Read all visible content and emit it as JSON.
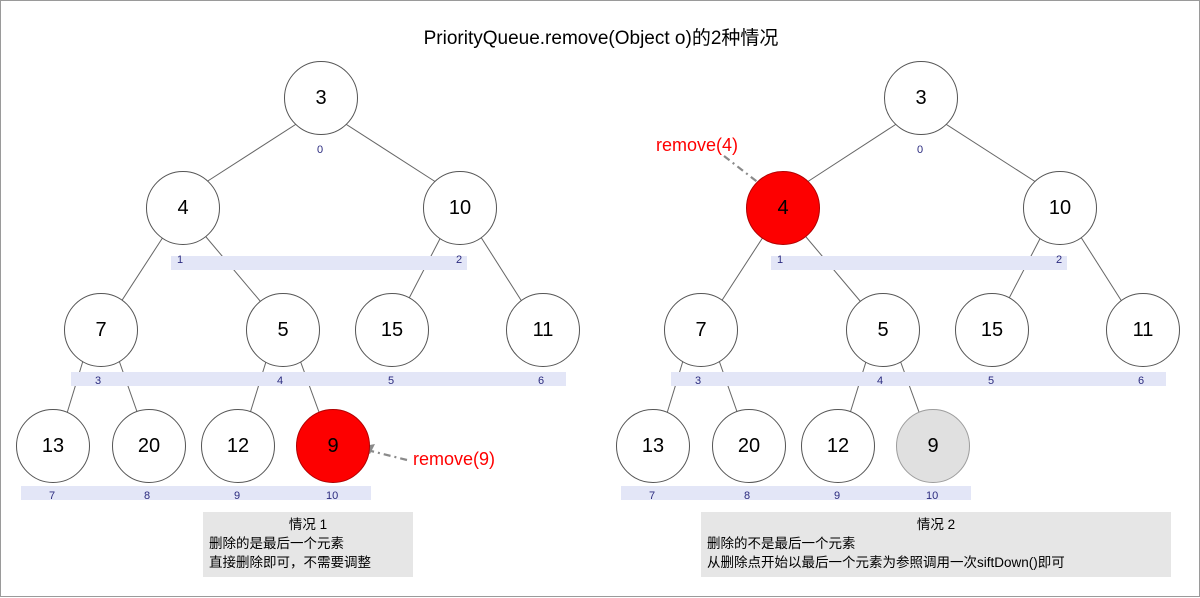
{
  "title": "PriorityQueue.remove(Object o)的2种情况",
  "left_tree": {
    "nodes": [
      {
        "label": "3",
        "index": "0",
        "style": "white"
      },
      {
        "label": "4",
        "index": "1",
        "style": "white"
      },
      {
        "label": "10",
        "index": "2",
        "style": "white"
      },
      {
        "label": "7",
        "index": "3",
        "style": "white"
      },
      {
        "label": "5",
        "index": "4",
        "style": "white"
      },
      {
        "label": "15",
        "index": "5",
        "style": "white"
      },
      {
        "label": "11",
        "index": "6",
        "style": "white"
      },
      {
        "label": "13",
        "index": "7",
        "style": "white"
      },
      {
        "label": "20",
        "index": "8",
        "style": "white"
      },
      {
        "label": "12",
        "index": "9",
        "style": "white"
      },
      {
        "label": "9",
        "index": "10",
        "style": "red"
      }
    ],
    "annotation": "remove(9)",
    "caption_head": "情况 1",
    "caption_line1": "删除的是最后一个元素",
    "caption_line2": "直接删除即可，不需要调整"
  },
  "right_tree": {
    "nodes": [
      {
        "label": "3",
        "index": "0",
        "style": "white"
      },
      {
        "label": "4",
        "index": "1",
        "style": "red"
      },
      {
        "label": "10",
        "index": "2",
        "style": "white"
      },
      {
        "label": "7",
        "index": "3",
        "style": "white"
      },
      {
        "label": "5",
        "index": "4",
        "style": "white"
      },
      {
        "label": "15",
        "index": "5",
        "style": "white"
      },
      {
        "label": "11",
        "index": "6",
        "style": "white"
      },
      {
        "label": "13",
        "index": "7",
        "style": "white"
      },
      {
        "label": "20",
        "index": "8",
        "style": "white"
      },
      {
        "label": "12",
        "index": "9",
        "style": "white"
      },
      {
        "label": "9",
        "index": "10",
        "style": "grey"
      }
    ],
    "annotation": "remove(4)",
    "caption_head": "情况 2",
    "caption_line1": "删除的不是最后一个元素",
    "caption_line2": "从删除点开始以最后一个元素为参照调用一次siftDown()即可"
  },
  "colors": {
    "removed_node": "#fd0000",
    "moved_node": "#e0e0e0",
    "index_label": "#2b2b7f",
    "level_bar": "#e3e6f7",
    "annotation": "#ff0000",
    "caption_bg": "#e6e6e6"
  }
}
